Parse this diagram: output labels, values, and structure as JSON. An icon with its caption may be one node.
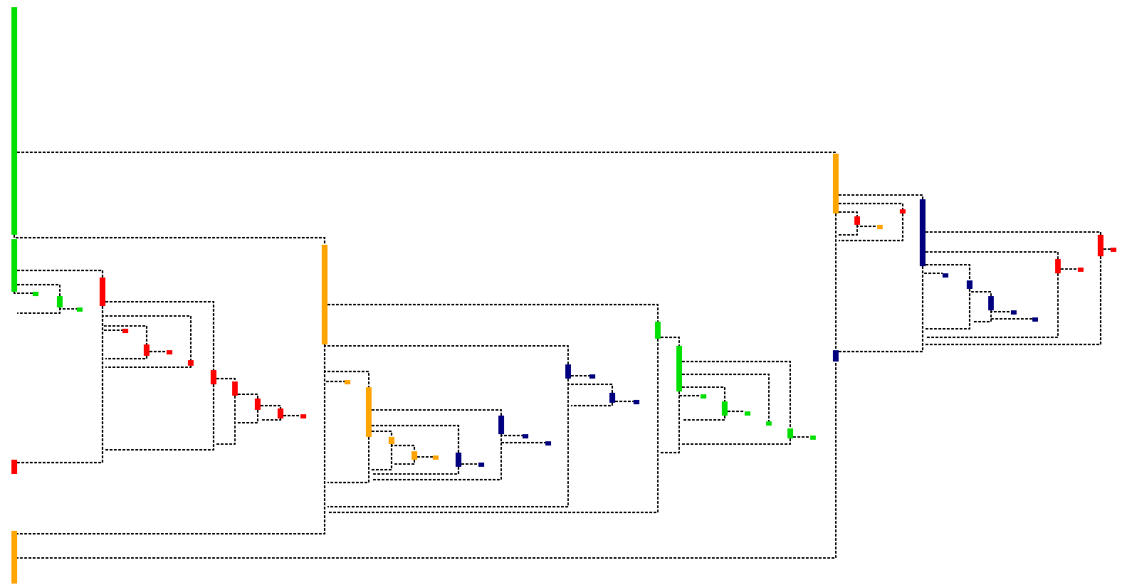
{
  "diagram": {
    "nodes": [
      {
        "text": [],
        "shape": "bar"
      },
      {
        "text": [],
        "shape": "bar"
      },
      {
        "text": [],
        "shape": "bar"
      },
      {
        "text": [],
        "shape": "bar"
      },
      {
        "text": [],
        "shape": "bar"
      },
      {
        "text": [],
        "shape": "bar"
      },
      {
        "text": [],
        "shape": "bar"
      },
      {
        "text": [],
        "shape": "bar"
      },
      {
        "text": [],
        "shape": "bar"
      },
      {
        "text": [],
        "shape": "bar"
      },
      {
        "text": [],
        "shape": "bar"
      },
      {
        "text": [],
        "shape": "bar"
      },
      {
        "text": [],
        "shape": "bar"
      },
      {
        "text": [],
        "shape": "bar"
      },
      {
        "text": [],
        "shape": "bar"
      },
      {
        "text": [],
        "shape": "bar"
      },
      {
        "text": [],
        "shape": "bar"
      },
      {
        "text": [],
        "shape": "bar"
      },
      {
        "text": [],
        "shape": "bar"
      },
      {
        "text": [],
        "shape": "bar"
      },
      {
        "text": [],
        "shape": "bar"
      },
      {
        "text": [],
        "shape": "bar"
      },
      {
        "text": [],
        "shape": "bar"
      },
      {
        "text": [],
        "shape": "bar"
      },
      {
        "text": [],
        "shape": "bar"
      },
      {
        "text": [],
        "shape": "bar"
      },
      {
        "text": [],
        "shape": "bar"
      },
      {
        "text": [],
        "shape": "bar"
      },
      {
        "text": [],
        "shape": "bar"
      },
      {
        "text": [],
        "shape": "bar"
      },
      {
        "text": [],
        "shape": "bar"
      },
      {
        "text": [],
        "shape": "bar"
      },
      {
        "text": [],
        "shape": "bar"
      },
      {
        "text": [],
        "shape": "bar"
      },
      {
        "text": [],
        "shape": "bar"
      },
      {
        "text": [],
        "shape": "bar"
      },
      {
        "text": [],
        "shape": "bar"
      },
      {
        "text": [],
        "shape": "bar"
      },
      {
        "text": [],
        "shape": "bar"
      },
      {
        "text": [],
        "shape": "bar"
      },
      {
        "text": [],
        "shape": "bar"
      },
      {
        "text": [],
        "shape": "bar"
      },
      {
        "text": [],
        "shape": "bar"
      },
      {
        "text": [],
        "shape": "bar"
      },
      {
        "text": [],
        "shape": "bar"
      },
      {
        "text": [],
        "shape": "bar"
      },
      {
        "text": [],
        "shape": "bar"
      },
      {
        "text": [],
        "shape": "bar"
      },
      {
        "text": [],
        "shape": "bar"
      },
      {
        "text": [],
        "shape": "bar"
      },
      {
        "text": [],
        "shape": "bar"
      },
      {
        "text": [],
        "shape": "bar"
      },
      {
        "text": [],
        "shape": "bar"
      },
      {
        "text": [],
        "shape": "bar"
      },
      {
        "text": [],
        "shape": "bar"
      }
    ],
    "edges": [
      {
        "from": 0,
        "to": 1,
        "arrow": "none",
        "style": "dashed"
      },
      {
        "from": 0,
        "to": 2,
        "arrow": "none",
        "style": "dashed"
      },
      {
        "from": 3,
        "to": 4,
        "arrow": "none",
        "style": "dashed"
      },
      {
        "from": 3,
        "to": 5,
        "arrow": "none",
        "style": "dashed"
      },
      {
        "from": 3,
        "to": 6,
        "arrow": "none",
        "style": "dashed"
      },
      {
        "from": 5,
        "to": 7,
        "arrow": "none",
        "style": "dashed"
      },
      {
        "from": 4,
        "to": 8,
        "arrow": "none",
        "style": "dashed"
      },
      {
        "from": 4,
        "to": 9,
        "arrow": "none",
        "style": "dashed"
      },
      {
        "from": 4,
        "to": 10,
        "arrow": "none",
        "style": "dashed"
      },
      {
        "from": 4,
        "to": 11,
        "arrow": "none",
        "style": "dashed"
      },
      {
        "from": 10,
        "to": 12,
        "arrow": "none",
        "style": "dashed"
      },
      {
        "from": 8,
        "to": 13,
        "arrow": "none",
        "style": "dashed"
      },
      {
        "from": 13,
        "to": 14,
        "arrow": "none",
        "style": "dashed"
      },
      {
        "from": 14,
        "to": 15,
        "arrow": "none",
        "style": "dashed"
      },
      {
        "from": 15,
        "to": 16,
        "arrow": "none",
        "style": "dashed"
      },
      {
        "from": 2,
        "to": 19,
        "arrow": "none",
        "style": "dashed"
      },
      {
        "from": 2,
        "to": 20,
        "arrow": "none",
        "style": "dashed"
      },
      {
        "from": 2,
        "to": 21,
        "arrow": "none",
        "style": "dashed"
      },
      {
        "from": 2,
        "to": 22,
        "arrow": "none",
        "style": "dashed"
      },
      {
        "from": 21,
        "to": 23,
        "arrow": "none",
        "style": "dashed"
      },
      {
        "from": 23,
        "to": 24,
        "arrow": "none",
        "style": "dashed"
      },
      {
        "from": 24,
        "to": 25,
        "arrow": "none",
        "style": "dashed"
      },
      {
        "from": 21,
        "to": 26,
        "arrow": "none",
        "style": "dashed"
      },
      {
        "from": 21,
        "to": 27,
        "arrow": "none",
        "style": "dashed"
      },
      {
        "from": 27,
        "to": 28,
        "arrow": "none",
        "style": "dashed"
      },
      {
        "from": 26,
        "to": 29,
        "arrow": "none",
        "style": "dashed"
      },
      {
        "from": 26,
        "to": 30,
        "arrow": "none",
        "style": "dashed"
      },
      {
        "from": 20,
        "to": 31,
        "arrow": "none",
        "style": "dashed"
      },
      {
        "from": 20,
        "to": 32,
        "arrow": "none",
        "style": "dashed"
      },
      {
        "from": 31,
        "to": 33,
        "arrow": "none",
        "style": "dashed"
      },
      {
        "from": 19,
        "to": 34,
        "arrow": "none",
        "style": "dashed"
      },
      {
        "from": 34,
        "to": 35,
        "arrow": "none",
        "style": "dashed"
      },
      {
        "from": 34,
        "to": 36,
        "arrow": "none",
        "style": "dashed"
      },
      {
        "from": 34,
        "to": 37,
        "arrow": "none",
        "style": "dashed"
      },
      {
        "from": 34,
        "to": 38,
        "arrow": "none",
        "style": "dashed"
      },
      {
        "from": 37,
        "to": 39,
        "arrow": "none",
        "style": "dashed"
      },
      {
        "from": 35,
        "to": 40,
        "arrow": "none",
        "style": "dashed"
      },
      {
        "from": 1,
        "to": 41,
        "arrow": "none",
        "style": "dashed"
      },
      {
        "from": 1,
        "to": 42,
        "arrow": "none",
        "style": "dashed"
      },
      {
        "from": 1,
        "to": 43,
        "arrow": "none",
        "style": "dashed"
      },
      {
        "from": 43,
        "to": 44,
        "arrow": "none",
        "style": "dashed"
      },
      {
        "from": 41,
        "to": 45,
        "arrow": "none",
        "style": "dashed"
      },
      {
        "from": 41,
        "to": 46,
        "arrow": "none",
        "style": "dashed"
      },
      {
        "from": 41,
        "to": 47,
        "arrow": "none",
        "style": "dashed"
      },
      {
        "from": 41,
        "to": 48,
        "arrow": "none",
        "style": "dashed"
      },
      {
        "from": 47,
        "to": 49,
        "arrow": "none",
        "style": "dashed"
      },
      {
        "from": 49,
        "to": 50,
        "arrow": "none",
        "style": "dashed"
      },
      {
        "from": 49,
        "to": 51,
        "arrow": "none",
        "style": "dashed"
      },
      {
        "from": 46,
        "to": 52,
        "arrow": "none",
        "style": "dashed"
      },
      {
        "from": 45,
        "to": 53,
        "arrow": "none",
        "style": "dashed"
      },
      {
        "from": 1,
        "to": 18,
        "arrow": "none",
        "style": "dashed"
      },
      {
        "from": 2,
        "to": 18,
        "arrow": "none",
        "style": "dashed"
      },
      {
        "from": 4,
        "to": 17,
        "arrow": "none",
        "style": "dashed"
      },
      {
        "from": 41,
        "to": 54,
        "arrow": "none",
        "style": "dashed"
      }
    ]
  }
}
